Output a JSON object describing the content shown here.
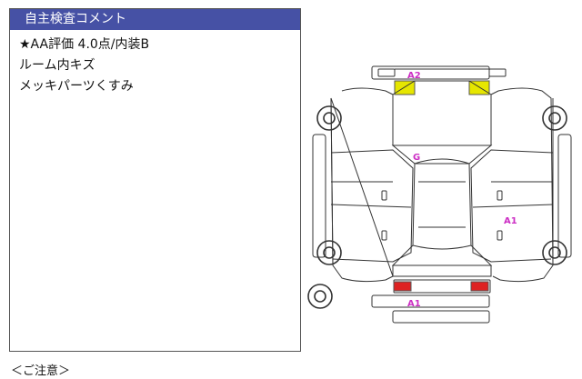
{
  "comment_panel": {
    "title": "自主検査コメント",
    "lines": [
      "★AA評価 4.0点/内装B",
      "ルーム内キズ",
      "メッキパーツくすみ"
    ]
  },
  "diagram": {
    "marks": [
      "A2",
      "G",
      "A1",
      "A1"
    ],
    "colors": {
      "highlight_yellow": "#e6e600",
      "highlight_red": "#dd2222",
      "label_magenta": "#cc2ec4"
    }
  },
  "notes": {
    "heading": "＜ご注意＞"
  }
}
